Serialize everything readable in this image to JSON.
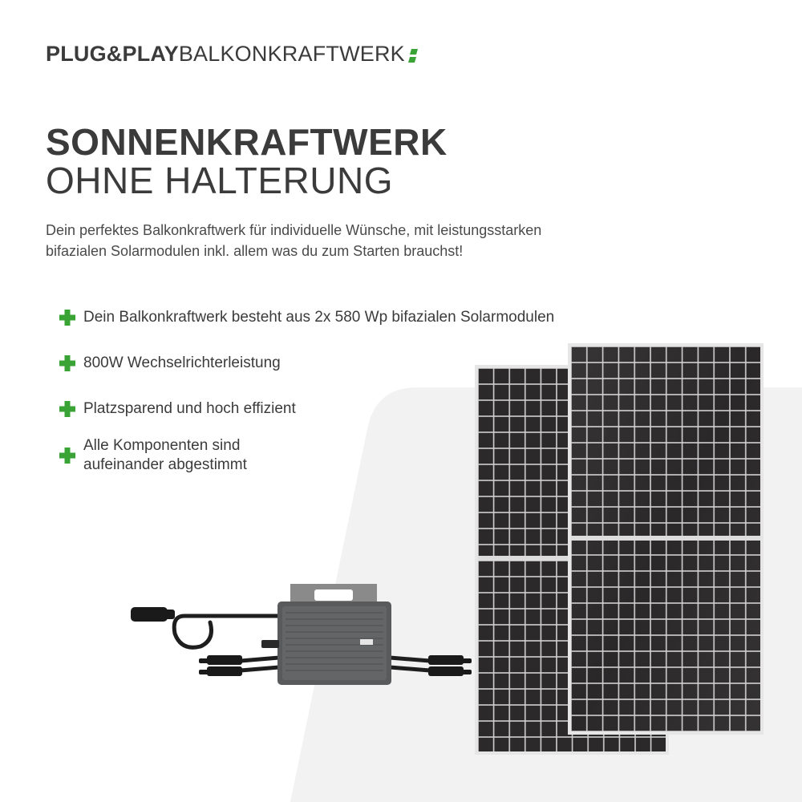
{
  "brand": {
    "bold": "PLUG&PLAY",
    "light": "BALKONKRAFTWERK"
  },
  "title": {
    "line1": "SONNENKRAFTWERK",
    "line2": "OHNE HALTERUNG"
  },
  "intro": {
    "line1": "Dein perfektes Balkonkraftwerk für individuelle Wünsche, mit leistungsstarken",
    "line2": "bifazialen Solarmodulen inkl. allem was du zum Starten brauchst!"
  },
  "features": [
    {
      "lines": [
        "Dein Balkonkraftwerk besteht aus 2x 580 Wp bifazialen Solarmodulen"
      ]
    },
    {
      "lines": [
        "800W Wechselrichterleistung"
      ]
    },
    {
      "lines": [
        "Platzsparend und hoch effizient"
      ]
    },
    {
      "lines": [
        "Alle Komponenten sind",
        "aufeinander abgestimmt"
      ]
    }
  ],
  "colors": {
    "accent": "#3aa335",
    "text": "#3b3b3b",
    "panel": "#2a2829",
    "frame": "#d8d8d8",
    "background_shape": "#f2f2f2"
  },
  "icons": {
    "feature_bullet": "plus-icon",
    "brand_mark": "brand-slash-icon"
  }
}
